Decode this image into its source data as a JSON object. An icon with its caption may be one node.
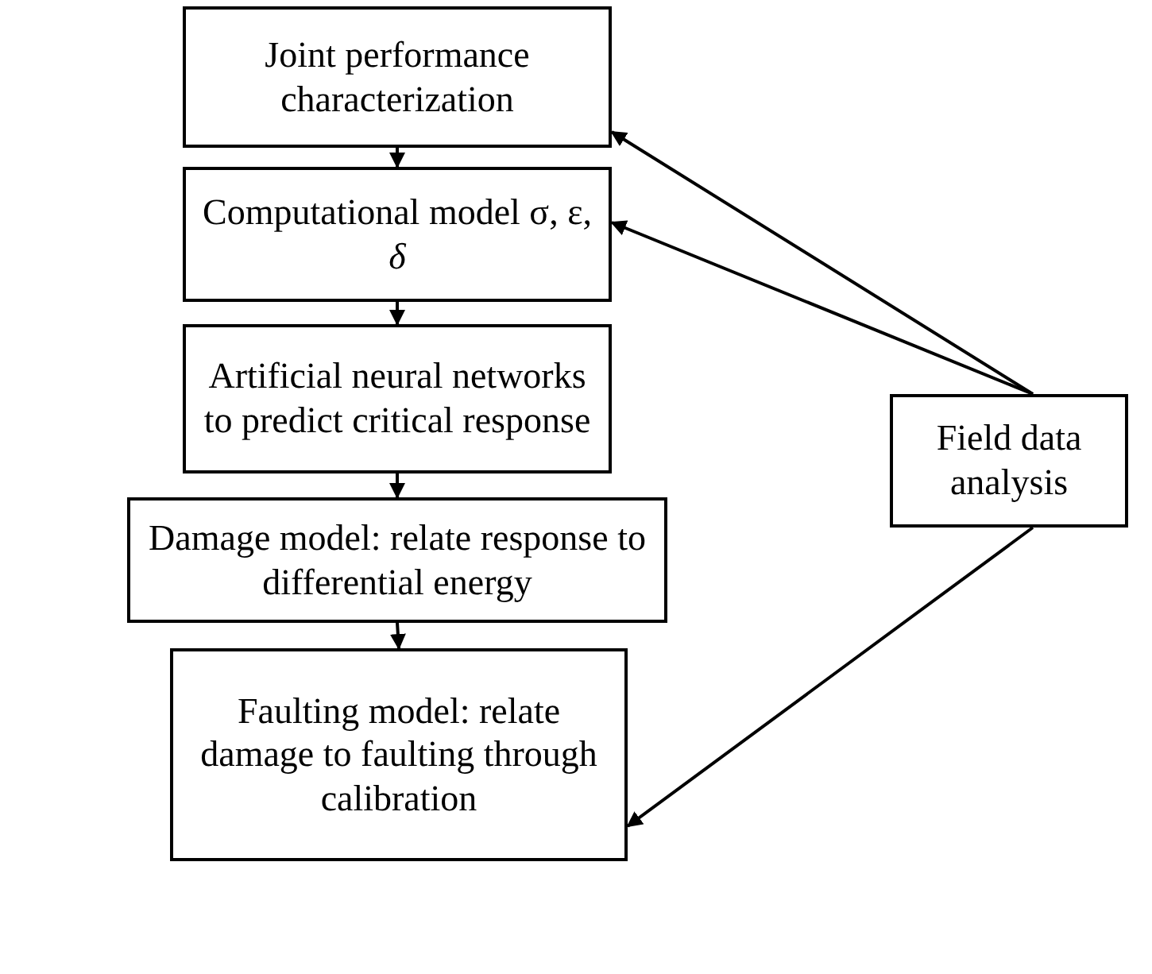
{
  "diagram": {
    "nodes": [
      {
        "text": [
          "Joint performance characterization"
        ]
      },
      {
        "text": [
          "Computational model σ, ε, *δ*"
        ]
      },
      {
        "text": [
          "Artificial neural networks to predict critical response"
        ]
      },
      {
        "text": [
          "Damage model: relate response to differential energy"
        ]
      },
      {
        "text": [
          "Faulting model: relate damage to faulting through calibration"
        ]
      },
      {
        "text": [
          "Field data analysis"
        ]
      }
    ],
    "edges": [
      {
        "from": 0,
        "to": 1,
        "arrow": "to"
      },
      {
        "from": 1,
        "to": 2,
        "arrow": "to"
      },
      {
        "from": 2,
        "to": 3,
        "arrow": "to"
      },
      {
        "from": 3,
        "to": 4,
        "arrow": "to"
      },
      {
        "from": 5,
        "to": 0,
        "arrow": "to"
      },
      {
        "from": 5,
        "to": 1,
        "arrow": "to"
      },
      {
        "from": 5,
        "to": 4,
        "arrow": "to"
      }
    ]
  }
}
